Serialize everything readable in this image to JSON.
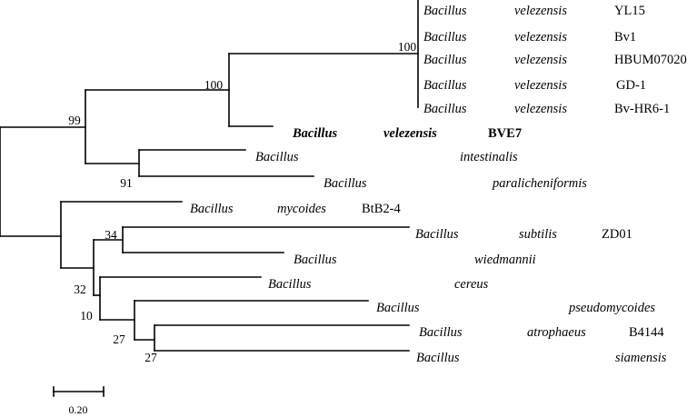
{
  "taxa": [
    {
      "genus": "Bacillus",
      "species": "velezensis",
      "strain": "YL15",
      "bold": false
    },
    {
      "genus": "Bacillus",
      "species": "velezensis",
      "strain": "Bv1",
      "bold": false
    },
    {
      "genus": "Bacillus",
      "species": "velezensis",
      "strain": "HBUM07020",
      "bold": false
    },
    {
      "genus": "Bacillus",
      "species": "velezensis",
      "strain": "GD-1",
      "bold": false
    },
    {
      "genus": "Bacillus",
      "species": "velezensis",
      "strain": "Bv-HR6-1",
      "bold": false
    },
    {
      "genus": "Bacillus",
      "species": "velezensis",
      "strain": "BVE7",
      "bold": true
    },
    {
      "genus": "Bacillus",
      "species": "intestinalis",
      "strain": "",
      "bold": false
    },
    {
      "genus": "Bacillus",
      "species": "paralicheniformis",
      "strain": "",
      "bold": false
    },
    {
      "genus": "Bacillus",
      "species": "mycoides",
      "strain": "BtB2-4",
      "bold": false
    },
    {
      "genus": "Bacillus",
      "species": "subtilis",
      "strain": "ZD01",
      "bold": false
    },
    {
      "genus": "Bacillus",
      "species": "wiedmannii",
      "strain": "",
      "bold": false
    },
    {
      "genus": "Bacillus",
      "species": "cereus",
      "strain": "",
      "bold": false
    },
    {
      "genus": "Bacillus",
      "species": "pseudomycoides",
      "strain": "",
      "bold": false
    },
    {
      "genus": "Bacillus",
      "species": "atrophaeus",
      "strain": "B4144",
      "bold": false
    },
    {
      "genus": "Bacillus",
      "species": "siamensis",
      "strain": "",
      "bold": false
    }
  ],
  "bootstrap": [
    "100",
    "100",
    "99",
    "91",
    "34",
    "32",
    "10",
    "27",
    "27"
  ],
  "scale_bar": {
    "value": 0.2,
    "label": "0.20"
  }
}
